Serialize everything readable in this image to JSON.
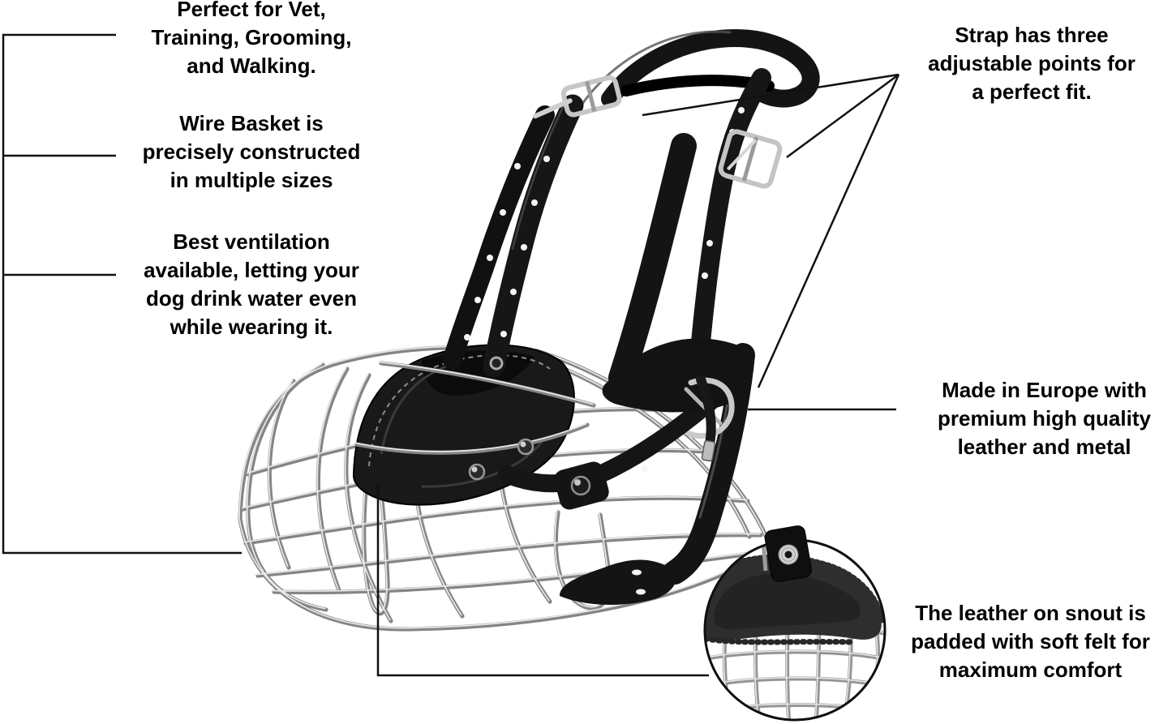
{
  "annotations": {
    "left": [
      {
        "text": "Perfect for Vet,\nTraining, Grooming,\nand Walking."
      },
      {
        "text": "Wire Basket is\nprecisely constructed\nin multiple sizes"
      },
      {
        "text": "Best ventilation\navailable, letting your\ndog drink water even\nwhile wearing it."
      }
    ],
    "right": [
      {
        "text": "Strap has three\nadjustable points for\na perfect fit."
      },
      {
        "text": "Made in Europe with\npremium high quality\nleather and metal"
      },
      {
        "text": "The leather on snout is\npadded with soft felt for\nmaximum comfort"
      }
    ]
  },
  "colors": {
    "background": "#ffffff",
    "text": "#000000",
    "callout_lines": "#111111",
    "leather": "#141414",
    "wire_metal": "#858585",
    "felt_pad": "#2e2e2e"
  }
}
